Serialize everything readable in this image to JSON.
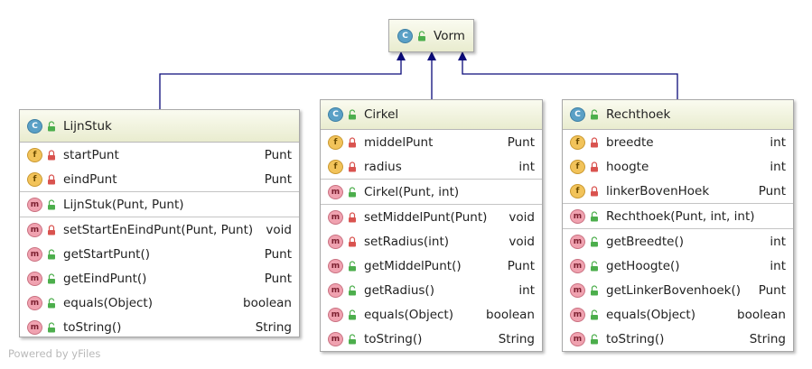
{
  "parent": {
    "name": "Vorm",
    "kind": "C",
    "visibility": "public"
  },
  "classes": [
    {
      "name": "LijnStuk",
      "kind": "C",
      "fields": [
        {
          "kind": "f",
          "vis": "private",
          "name": "startPunt",
          "type": "Punt"
        },
        {
          "kind": "f",
          "vis": "private",
          "name": "eindPunt",
          "type": "Punt"
        }
      ],
      "constructors": [
        {
          "kind": "m",
          "vis": "public",
          "name": "LijnStuk(Punt, Punt)",
          "type": ""
        }
      ],
      "methods": [
        {
          "kind": "m",
          "vis": "private",
          "name": "setStartEnEindPunt(Punt, Punt)",
          "type": "void"
        },
        {
          "kind": "m",
          "vis": "public",
          "name": "getStartPunt()",
          "type": "Punt"
        },
        {
          "kind": "m",
          "vis": "public",
          "name": "getEindPunt()",
          "type": "Punt"
        },
        {
          "kind": "m",
          "vis": "public",
          "name": "equals(Object)",
          "type": "boolean"
        },
        {
          "kind": "m",
          "vis": "public",
          "name": "toString()",
          "type": "String"
        }
      ]
    },
    {
      "name": "Cirkel",
      "kind": "C",
      "fields": [
        {
          "kind": "f",
          "vis": "private",
          "name": "middelPunt",
          "type": "Punt"
        },
        {
          "kind": "f",
          "vis": "private",
          "name": "radius",
          "type": "int"
        }
      ],
      "constructors": [
        {
          "kind": "m",
          "vis": "public",
          "name": "Cirkel(Punt, int)",
          "type": ""
        }
      ],
      "methods": [
        {
          "kind": "m",
          "vis": "private",
          "name": "setMiddelPunt(Punt)",
          "type": "void"
        },
        {
          "kind": "m",
          "vis": "private",
          "name": "setRadius(int)",
          "type": "void"
        },
        {
          "kind": "m",
          "vis": "public",
          "name": "getMiddelPunt()",
          "type": "Punt"
        },
        {
          "kind": "m",
          "vis": "public",
          "name": "getRadius()",
          "type": "int"
        },
        {
          "kind": "m",
          "vis": "public",
          "name": "equals(Object)",
          "type": "boolean"
        },
        {
          "kind": "m",
          "vis": "public",
          "name": "toString()",
          "type": "String"
        }
      ]
    },
    {
      "name": "Rechthoek",
      "kind": "C",
      "fields": [
        {
          "kind": "f",
          "vis": "private",
          "name": "breedte",
          "type": "int"
        },
        {
          "kind": "f",
          "vis": "private",
          "name": "hoogte",
          "type": "int"
        },
        {
          "kind": "f",
          "vis": "private",
          "name": "linkerBovenHoek",
          "type": "Punt"
        }
      ],
      "constructors": [
        {
          "kind": "m",
          "vis": "public",
          "name": "Rechthoek(Punt, int, int)",
          "type": ""
        }
      ],
      "methods": [
        {
          "kind": "m",
          "vis": "public",
          "name": "getBreedte()",
          "type": "int"
        },
        {
          "kind": "m",
          "vis": "public",
          "name": "getHoogte()",
          "type": "int"
        },
        {
          "kind": "m",
          "vis": "public",
          "name": "getLinkerBovenhoek()",
          "type": "Punt"
        },
        {
          "kind": "m",
          "vis": "public",
          "name": "equals(Object)",
          "type": "boolean"
        },
        {
          "kind": "m",
          "vis": "public",
          "name": "toString()",
          "type": "String"
        }
      ]
    }
  ],
  "colors": {
    "inheritance_edge": "#0b0b7a",
    "header": "#eef0d8",
    "private_lock": "#d9534f",
    "public_lock": "#4cae4c"
  },
  "watermark": "Powered by yFiles"
}
